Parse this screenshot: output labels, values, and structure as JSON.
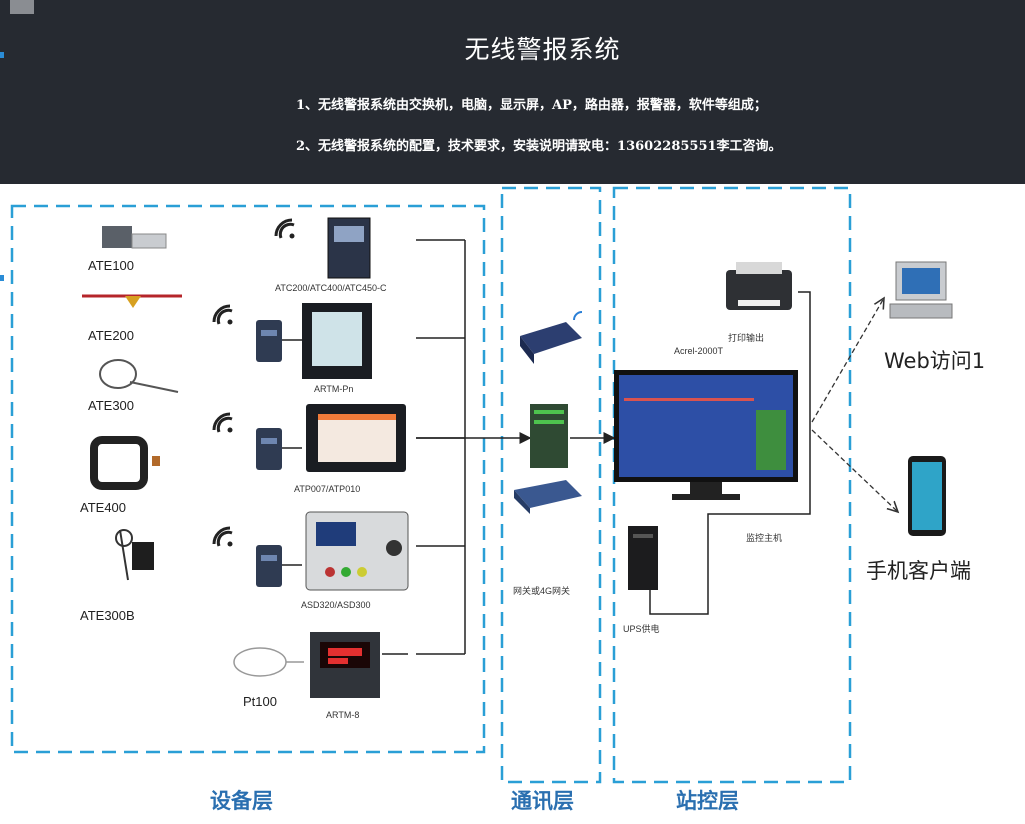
{
  "header": {
    "title": "无线警报系统",
    "line1": "1、无线警报系统由交换机，电脑，显示屏，AP，路由器，报警器，软件等组成；",
    "line2": "2、无线警报系统的配置，技术要求，安装说明请致电：13602285551李工咨询。"
  },
  "sensors": [
    "ATE100",
    "ATE200",
    "ATE300",
    "ATE400",
    "ATE300B",
    "Pt100"
  ],
  "devices": [
    "ATC200/ATC400/ATC450-C",
    "ARTM-Pn",
    "ATP007/ATP010",
    "ASD320/ASD300",
    "ARTM-8"
  ],
  "comm": {
    "gateway_label": "网关或4G网关"
  },
  "station": {
    "printer_label": "打印输出",
    "pc_label": "Acrel-2000T",
    "host_label": "监控主机",
    "ups_label": "UPS供电"
  },
  "clients": {
    "web": "Web访问1",
    "mobile": "手机客户端"
  },
  "layers": {
    "device": "设备层",
    "comm": "通讯层",
    "station": "站控层"
  },
  "colors": {
    "header_bg": "#262a31",
    "dash_blue": "#2a9fd6",
    "layer_text": "#2a6fb0"
  }
}
